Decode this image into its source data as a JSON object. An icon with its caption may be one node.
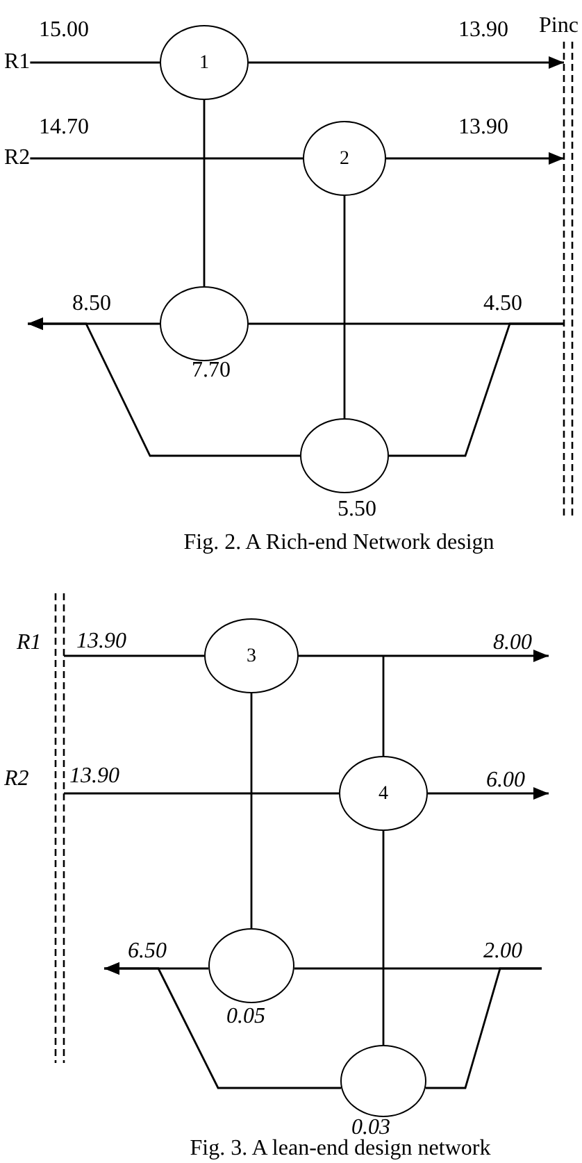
{
  "diagram": {
    "nodes": [
      {
        "text": [
          "R1"
        ]
      },
      {
        "text": [
          "1"
        ]
      },
      {
        "text": [],
        "shape": "bar",
        "beside": [
          "Pinc"
        ]
      },
      {
        "text": [
          "R2"
        ]
      },
      {
        "text": [
          "2"
        ]
      },
      {
        "text": [],
        "shape": "circle",
        "beside": [
          "7.70"
        ]
      },
      {
        "text": [],
        "shape": "circle",
        "beside": [
          "5.50"
        ]
      },
      {
        "text": [],
        "shape": "bar"
      },
      {
        "text": [
          "3"
        ]
      },
      {
        "text": [
          "4"
        ]
      },
      {
        "text": [],
        "shape": "circle",
        "beside": [
          "0.05"
        ]
      },
      {
        "text": [],
        "shape": "circle",
        "beside": [
          "0.03"
        ]
      }
    ],
    "edges": [
      {
        "from": 0,
        "to": 1,
        "arrow": "none",
        "label": "15.00"
      },
      {
        "from": 1,
        "to": 2,
        "arrow": "to",
        "label": "13.90"
      },
      {
        "from": 3,
        "to": 4,
        "arrow": "none",
        "label": "14.70"
      },
      {
        "from": 4,
        "to": 2,
        "arrow": "to",
        "label": "13.90"
      },
      {
        "from": 1,
        "to": 5,
        "arrow": "none"
      },
      {
        "from": 4,
        "to": 6,
        "arrow": "none"
      },
      {
        "from": 2,
        "to": 5,
        "arrow": "none",
        "label": "4.50"
      },
      {
        "from": 2,
        "to": 6,
        "arrow": "none"
      },
      {
        "from": 5,
        "to": null,
        "arrow": "to",
        "label": "8.50"
      },
      {
        "from": 6,
        "to": null,
        "arrow": "to"
      },
      {
        "from": 7,
        "to": 8,
        "arrow": "none",
        "label": "13.90"
      },
      {
        "from": 8,
        "to": null,
        "arrow": "to",
        "label": "8.00"
      },
      {
        "from": 9,
        "to": null,
        "arrow": "none"
      },
      {
        "from": 7,
        "to": 9,
        "arrow": "none",
        "label": "13.90"
      },
      {
        "from": 9,
        "to": null,
        "arrow": "to",
        "label": "6.00"
      },
      {
        "from": 8,
        "to": 10,
        "arrow": "none"
      },
      {
        "from": 9,
        "to": 11,
        "arrow": "none"
      },
      {
        "from": null,
        "to": 10,
        "arrow": "none",
        "label": "2.00"
      },
      {
        "from": null,
        "to": 11,
        "arrow": "none"
      },
      {
        "from": 10,
        "to": null,
        "arrow": "to",
        "label": "6.50"
      },
      {
        "from": 11,
        "to": null,
        "arrow": "to"
      }
    ],
    "labels": [
      "Fig. 2. A Rich-end Network design",
      "R1",
      "R2",
      "Fig. 3. A lean-end design network"
    ]
  }
}
